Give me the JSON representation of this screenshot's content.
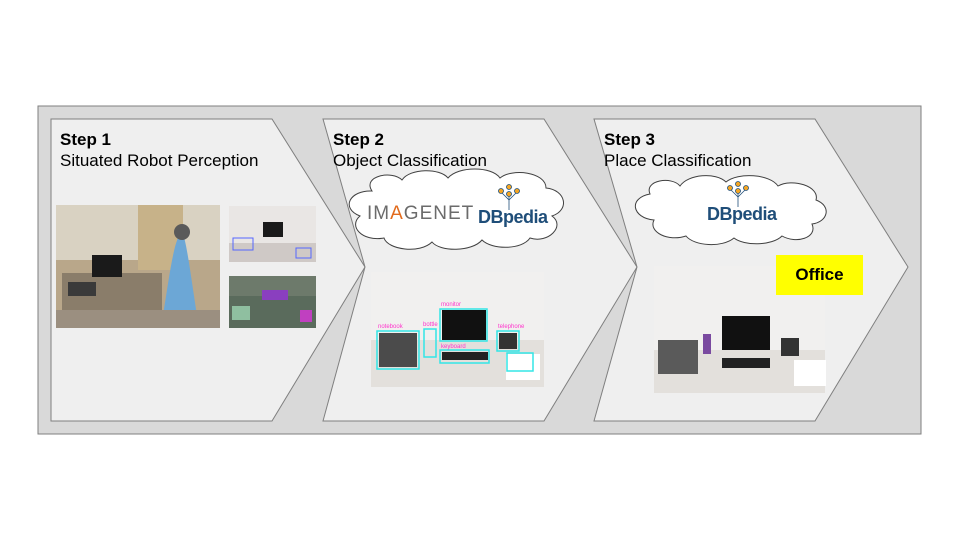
{
  "colors": {
    "frame_bg": "#d9d9d9",
    "chevron_fill": "#efefef",
    "chevron_stroke": "#7f7f7f",
    "badge": "#ffff00",
    "dbpedia_blue": "#1f4e79",
    "detection_box": "#33e6e6",
    "detection_label": "#ff33cc"
  },
  "steps": [
    {
      "num": "Step 1",
      "name": "Situated Robot Perception"
    },
    {
      "num": "Step 2",
      "name": "Object Classification"
    },
    {
      "num": "Step 3",
      "name": "Place Classification"
    }
  ],
  "logos": {
    "imagenet_prefix": "IM",
    "imagenet_a": "A",
    "imagenet_suffix": "GENET",
    "dbpedia": "DBpedia",
    "imagenet_icon": "imagenet-logo",
    "dbpedia_icon": "dbpedia-logo"
  },
  "detections": [
    "notebook",
    "bottle",
    "monitor",
    "keyboard",
    "telephone"
  ],
  "result": "Office"
}
